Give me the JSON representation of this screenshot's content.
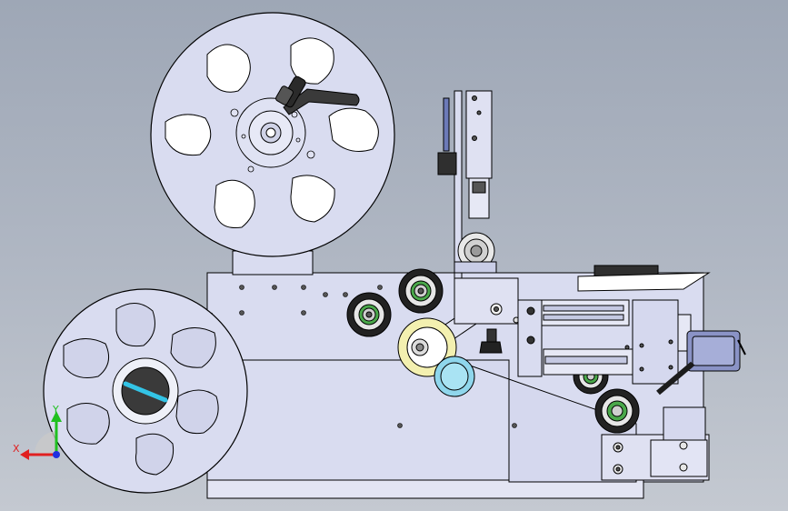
{
  "view": {
    "background_top": "#9ea7b6",
    "background_bottom": "#c4c9d1",
    "part_fill": "#d9dcf0",
    "part_stroke": "#000000"
  },
  "triad": {
    "x_label": "X",
    "y_label": "Y",
    "x_color": "#e02020",
    "y_color": "#20c020",
    "z_color": "#2030e0"
  },
  "components": {
    "upper_reel": "unwind-reel",
    "lower_reel": "rewind-reel",
    "label_roll": "label-roll",
    "handle": "crank-handle",
    "sensor": "label-sensor",
    "motor": "drive-motor"
  }
}
